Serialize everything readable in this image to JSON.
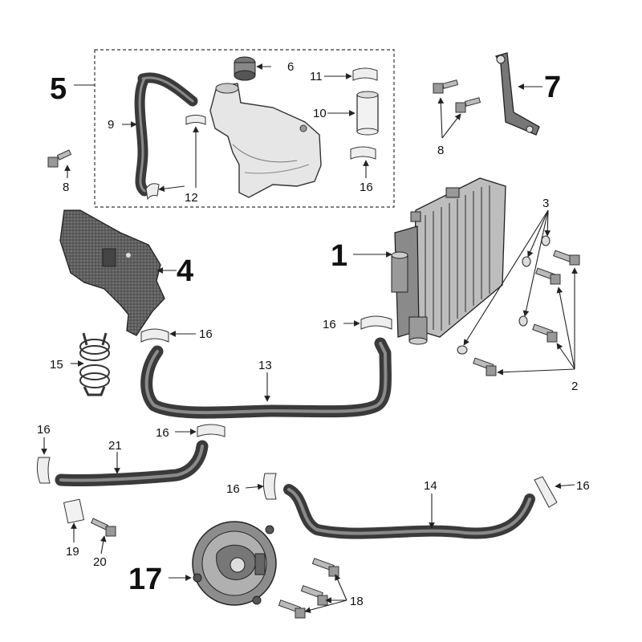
{
  "labels": {
    "p1": "1",
    "p2": "2",
    "p3": "3",
    "p4": "4",
    "p5": "5",
    "p6": "6",
    "p7": "7",
    "p8a": "8",
    "p8b": "8",
    "p9": "9",
    "p10": "10",
    "p11": "11",
    "p12": "12",
    "p13": "13",
    "p14": "14",
    "p15": "15",
    "p16a": "16",
    "p16b": "16",
    "p16c": "16",
    "p16d": "16",
    "p16e": "16",
    "p16f": "16",
    "p16g": "16",
    "p17": "17",
    "p18": "18",
    "p19": "19",
    "p20": "20",
    "p21": "21"
  }
}
